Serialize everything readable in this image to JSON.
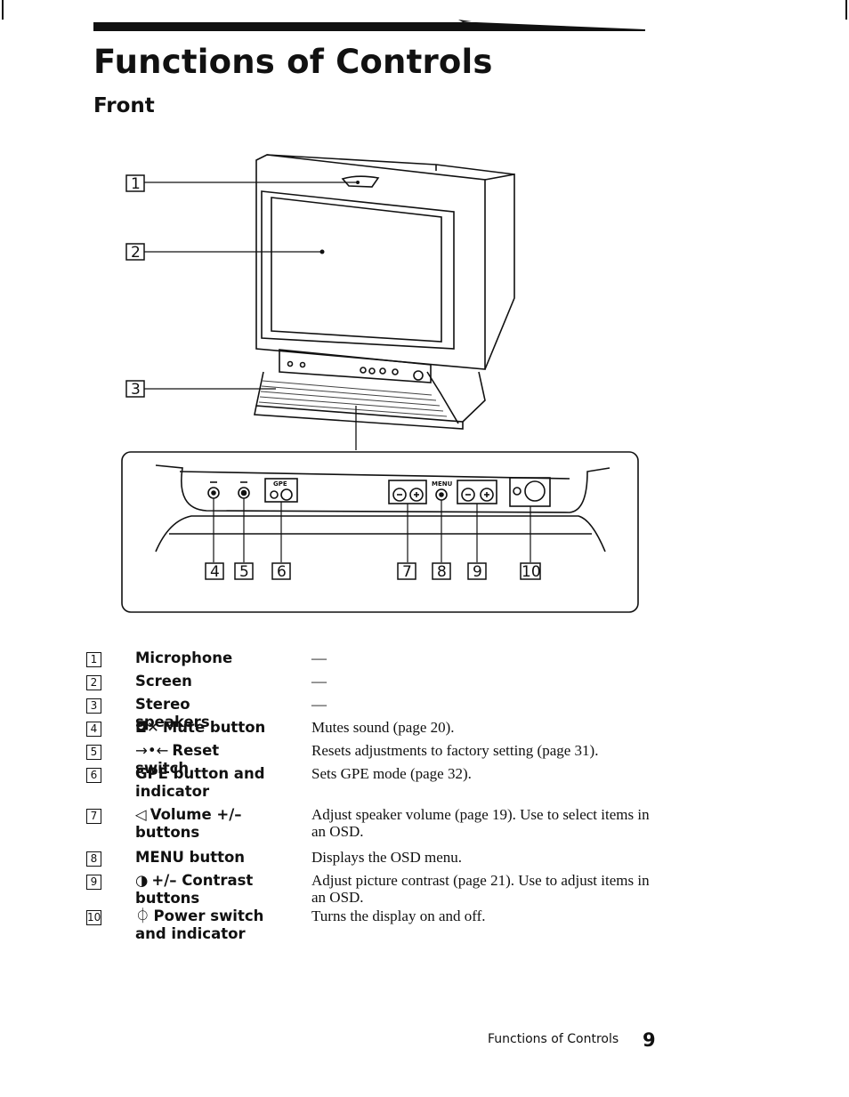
{
  "page": {
    "title": "Functions of Controls",
    "section": "Front",
    "footer_label": "Functions of Controls",
    "page_number": "9"
  },
  "diagram": {
    "callouts": [
      "1",
      "2",
      "3",
      "4",
      "5",
      "6",
      "7",
      "8",
      "9",
      "10"
    ],
    "panel_labels": {
      "gpe": "GPE",
      "menu": "MENU"
    }
  },
  "controls": [
    {
      "num": "1",
      "symbol": "",
      "name": "Microphone",
      "desc": "—"
    },
    {
      "num": "2",
      "symbol": "",
      "name": "Screen",
      "desc": "—"
    },
    {
      "num": "3",
      "symbol": "",
      "name": "Stereo speakers",
      "desc": "—"
    },
    {
      "num": "4",
      "symbol": "◘✕",
      "name": "Mute button",
      "desc": "Mutes sound (page 20)."
    },
    {
      "num": "5",
      "symbol": "→•←",
      "name": "Reset switch",
      "desc": "Resets adjustments to factory setting (page 31)."
    },
    {
      "num": "6",
      "symbol": "",
      "name": "GPE button and indicator",
      "desc": "Sets GPE mode (page 32)."
    },
    {
      "num": "7",
      "symbol": "◁",
      "name": "Volume +/– buttons",
      "desc": "Adjust speaker volume (page 19).  Use to select items in an OSD."
    },
    {
      "num": "8",
      "symbol": "",
      "name": "MENU button",
      "desc": "Displays the OSD menu."
    },
    {
      "num": "9",
      "symbol": "◑",
      "name": "+/– Contrast buttons",
      "desc": "Adjust picture contrast (page 21).  Use to adjust items in an OSD."
    },
    {
      "num": "10",
      "symbol": "⏀",
      "name": "Power switch and indicator",
      "desc": "Turns the display on and off."
    }
  ]
}
